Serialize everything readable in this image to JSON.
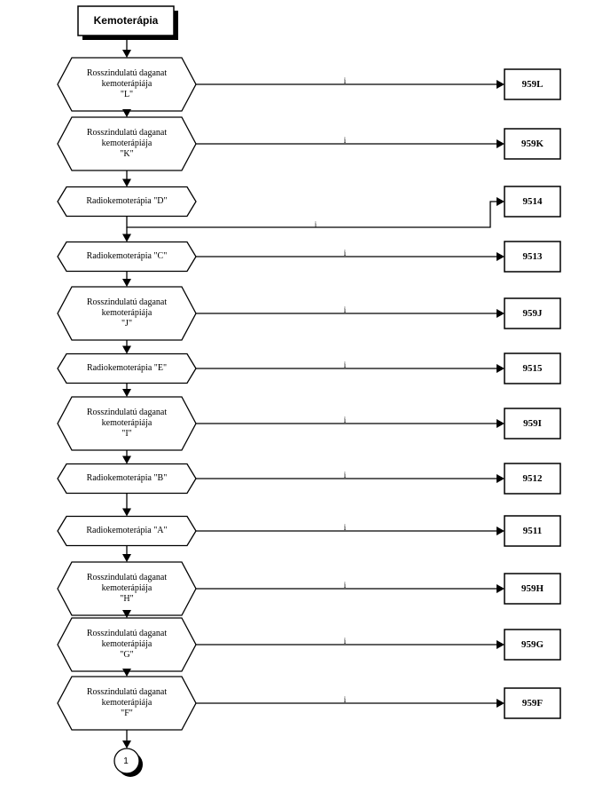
{
  "title": "Kemoterápia",
  "edge_label": "i",
  "connector": "1",
  "rows": [
    {
      "lines": [
        "Rosszindulatú daganat",
        "kemoterápiája",
        "\"L\""
      ],
      "code": "959L"
    },
    {
      "lines": [
        "Rosszindulatú daganat",
        "kemoterápiája",
        "\"K\""
      ],
      "code": "959K"
    },
    {
      "lines": [
        "Radiokemoterápia \"D\""
      ],
      "code": "9514"
    },
    {
      "lines": [
        "Radiokemoterápia \"C\""
      ],
      "code": "9513"
    },
    {
      "lines": [
        "Rosszindulatú daganat",
        "kemoterápiája",
        "\"J\""
      ],
      "code": "959J"
    },
    {
      "lines": [
        "Radiokemoterápia \"E\""
      ],
      "code": "9515"
    },
    {
      "lines": [
        "Rosszindulatú daganat",
        "kemoterápiája",
        "\"I\""
      ],
      "code": "959I"
    },
    {
      "lines": [
        "Radiokemoterápia \"B\""
      ],
      "code": "9512"
    },
    {
      "lines": [
        "Radiokemoterápia \"A\""
      ],
      "code": "9511"
    },
    {
      "lines": [
        "Rosszindulatú daganat",
        "kemoterápiája",
        "\"H\""
      ],
      "code": "959H"
    },
    {
      "lines": [
        "Rosszindulatú daganat",
        "kemoterápiája",
        "\"G\""
      ],
      "code": "959G"
    },
    {
      "lines": [
        "Rosszindulatú daganat",
        "kemoterápiája",
        "\"F\""
      ],
      "code": "959F"
    }
  ]
}
